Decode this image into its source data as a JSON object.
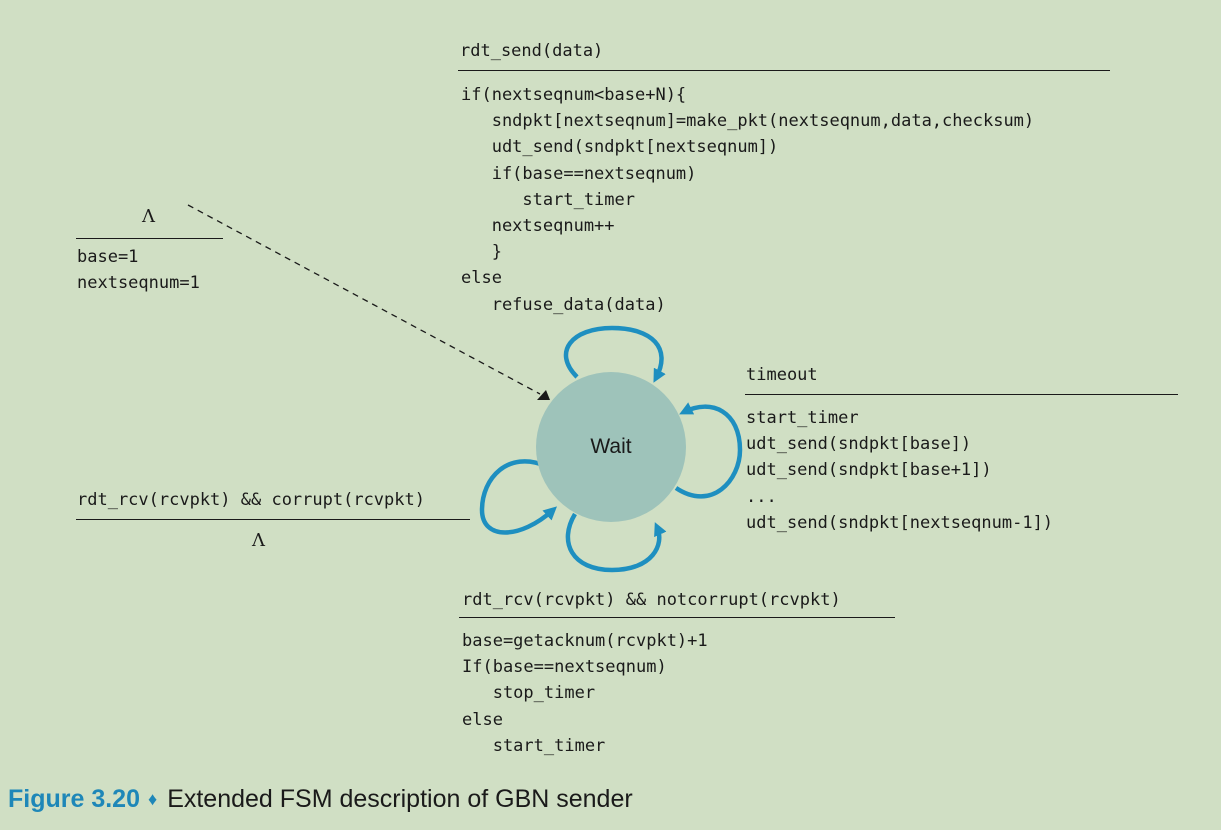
{
  "figure": {
    "label": "Figure 3.20",
    "separator": "♦",
    "caption": "Extended FSM description of GBN sender"
  },
  "state": {
    "label": "Wait"
  },
  "colors": {
    "background": "#d0dfc4",
    "state_fill": "#9ec3ba",
    "transition_arrow": "#1e8fc0",
    "caption_accent": "#1e87b8"
  },
  "transitions": {
    "initial": {
      "event": "Λ",
      "actions": "base=1\nnextseqnum=1"
    },
    "rdt_send": {
      "event": "rdt_send(data)",
      "actions": "if(nextseqnum<base+N){\n   sndpkt[nextseqnum]=make_pkt(nextseqnum,data,checksum)\n   udt_send(sndpkt[nextseqnum])\n   if(base==nextseqnum)\n      start_timer\n   nextseqnum++\n   }\nelse\n   refuse_data(data)"
    },
    "timeout": {
      "event": "timeout",
      "actions": "start_timer\nudt_send(sndpkt[base])\nudt_send(sndpkt[base+1])\n...\nudt_send(sndpkt[nextseqnum-1])"
    },
    "corrupt": {
      "event": "rdt_rcv(rcvpkt) && corrupt(rcvpkt)",
      "actions": "Λ"
    },
    "notcorrupt": {
      "event": "rdt_rcv(rcvpkt) && notcorrupt(rcvpkt)",
      "actions": "base=getacknum(rcvpkt)+1\nIf(base==nextseqnum)\n   stop_timer\nelse\n   start_timer"
    }
  }
}
